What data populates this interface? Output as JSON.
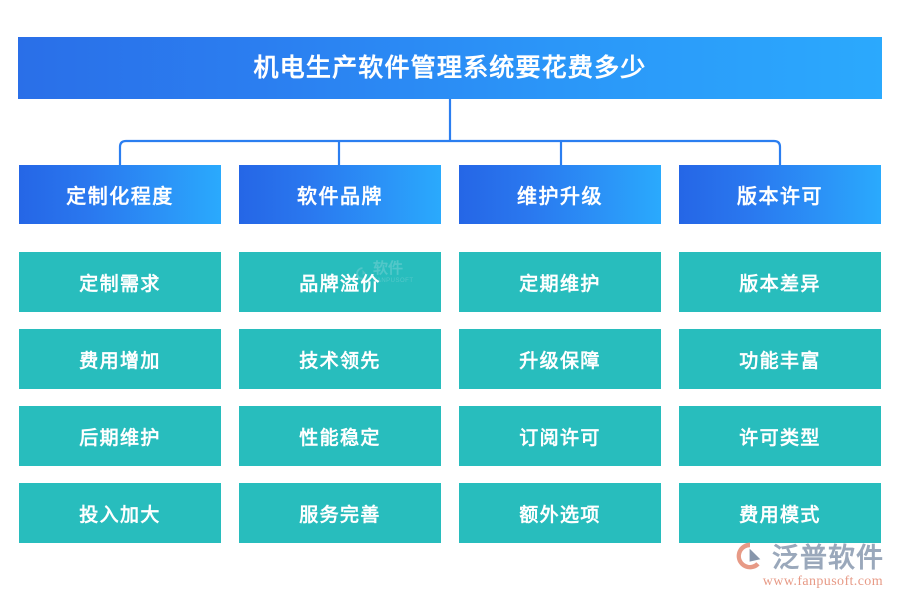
{
  "diagram": {
    "title": "机电生产软件管理系统要花费多少",
    "columns": [
      {
        "header": "定制化程度",
        "items": [
          "定制需求",
          "费用增加",
          "后期维护",
          "投入加大"
        ]
      },
      {
        "header": "软件品牌",
        "items": [
          "品牌溢价",
          "技术领先",
          "性能稳定",
          "服务完善"
        ]
      },
      {
        "header": "维护升级",
        "items": [
          "定期维护",
          "升级保障",
          "订阅许可",
          "额外选项"
        ]
      },
      {
        "header": "版本许可",
        "items": [
          "版本差异",
          "功能丰富",
          "许可类型",
          "费用模式"
        ]
      }
    ]
  },
  "watermark": {
    "name": "软件",
    "sub": "FANPUSOFT"
  },
  "brand": {
    "name": "泛普软件",
    "url": "www.fanpusoft.com"
  },
  "colors": {
    "title_gradient_start": "#2a6fe8",
    "title_gradient_end": "#2ba9fd",
    "header_gradient_start": "#2566e6",
    "header_gradient_end": "#2aaafd",
    "item_teal": "#28bdbd",
    "connector_line": "#2b7ef0",
    "brand_text": "#9aa8bb",
    "brand_url": "#e79a86",
    "logo_arc": "#e79a86",
    "logo_mark": "#8796ab",
    "background": "#ffffff"
  }
}
